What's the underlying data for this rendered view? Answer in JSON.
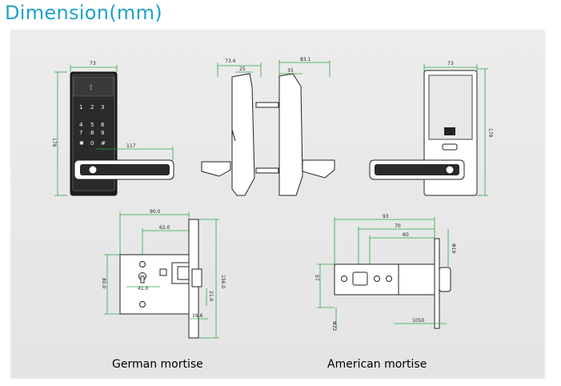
{
  "page_title": "Dimension(mm)",
  "views": {
    "front": {
      "width": "73",
      "height": "179",
      "handle": "117"
    },
    "side_left": {
      "depth": "73.4",
      "neck": "25"
    },
    "side_right": {
      "depth": "83.1",
      "neck": "35"
    },
    "back": {
      "width": "73",
      "height": "179"
    }
  },
  "keypad": {
    "row1": [
      "1",
      "2",
      "3"
    ],
    "row2": [
      "4",
      "5",
      "6"
    ],
    "row3": [
      "7",
      "8",
      "9"
    ],
    "row4": [
      "✱",
      "0",
      "#"
    ]
  },
  "german_mortise": {
    "caption": "German mortise",
    "dims": {
      "overall": "90.0",
      "backset": "62.0",
      "height": "80.0",
      "center": "41.0",
      "plate_length": "156.0",
      "plate_width": "21.0",
      "strike": "16.6"
    }
  },
  "american_mortise": {
    "caption": "American mortise",
    "dims": {
      "overall": "93",
      "backset_70": "70",
      "backset_60": "60",
      "height": "57",
      "dia_top": "Φ19",
      "dia_bottom": "Φ22",
      "bolt": "1050"
    }
  }
}
